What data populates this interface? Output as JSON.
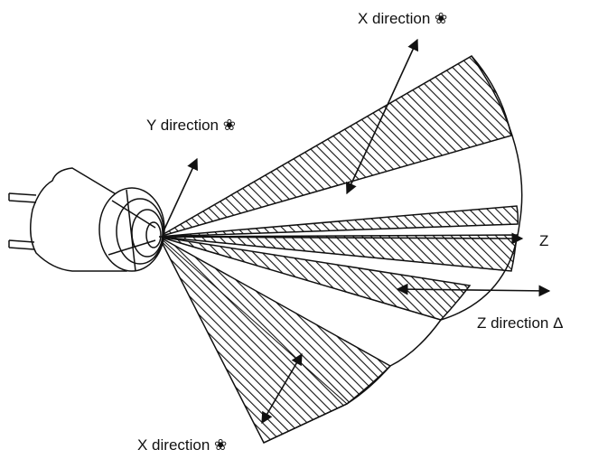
{
  "labels": {
    "x_direction_top": "X direction ❀",
    "y_direction": "Y direction ❀",
    "z_axis": "Z",
    "z_direction": "Z direction Δ",
    "x_direction_bottom": "X direction ❀"
  },
  "colors": {
    "ink": "#111111",
    "background": "#ffffff"
  }
}
